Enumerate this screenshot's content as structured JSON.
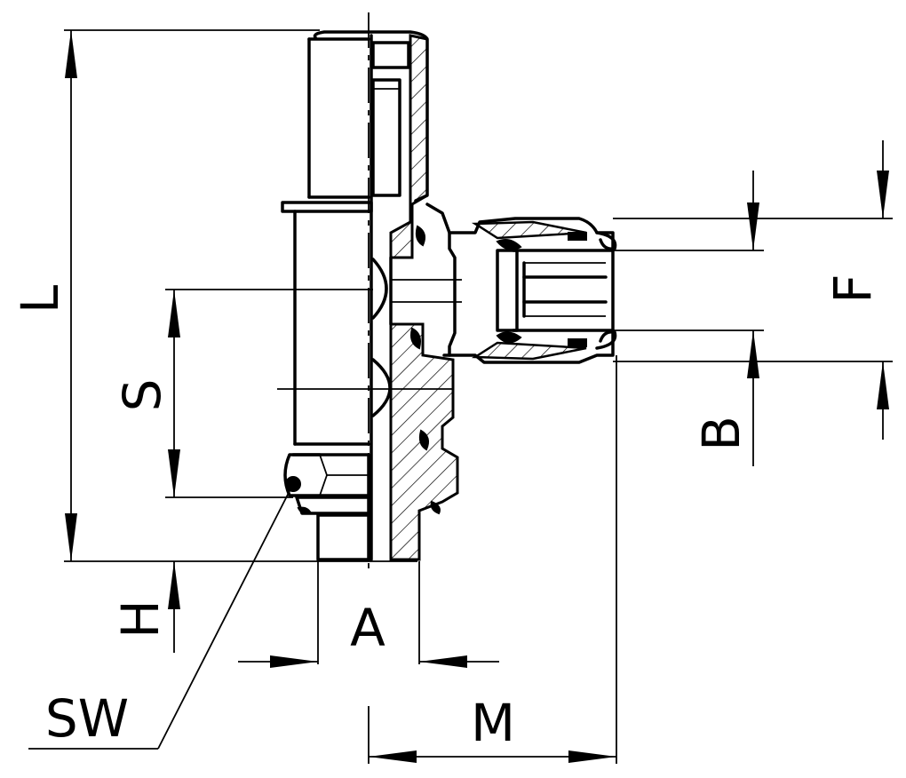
{
  "drawing": {
    "labels": {
      "L": "L",
      "S": "S",
      "H": "H",
      "A": "A",
      "SW": "SW",
      "M": "M",
      "B": "B",
      "F": "F"
    },
    "line_color": "#000000",
    "background": "#ffffff"
  }
}
